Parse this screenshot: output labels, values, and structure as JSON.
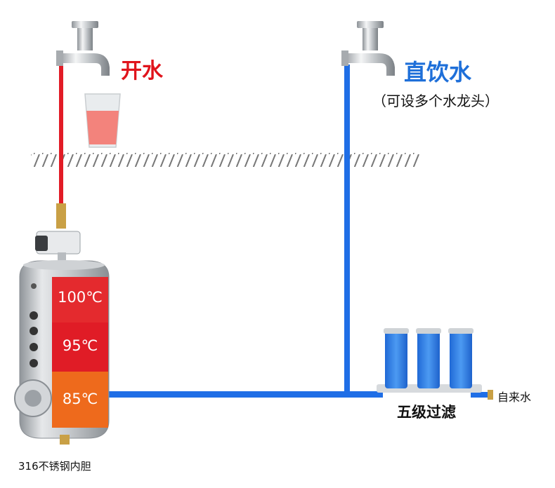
{
  "labels": {
    "hot_water": "开水",
    "direct_drinking": "直饮水",
    "faucet_note": "（可设多个水龙头）",
    "filtration": "五级过滤",
    "tap_water": "自来水",
    "tank_liner": "316不锈钢内胆"
  },
  "tank_zones": [
    {
      "temperature": "100℃",
      "color": "#e42a2e"
    },
    {
      "temperature": "95℃",
      "color": "#e01c26"
    },
    {
      "temperature": "85℃",
      "color": "#ee6a1c"
    }
  ],
  "colors": {
    "hot_pipe": "#e21c26",
    "cold_pipe": "#1f6ee6",
    "hot_text": "#e0141c",
    "drink_text": "#1e6fd9",
    "filter_blue": "#2a7fe8",
    "steel": "#b9bdc1",
    "water_pink": "#f3837c"
  },
  "icons": {
    "faucet": "faucet-icon",
    "cup": "water-cup-icon",
    "filter": "filter-cartridge-icon",
    "tank": "water-tank-icon"
  }
}
